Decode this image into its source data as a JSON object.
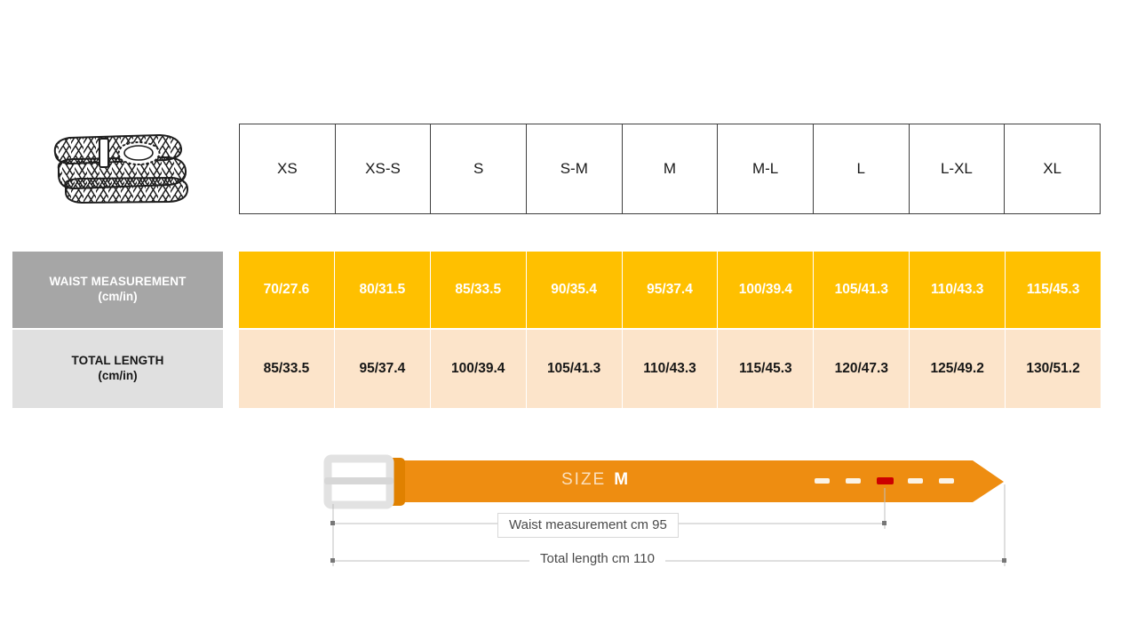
{
  "product": {
    "icon_name": "braided-belt-illustration",
    "alt": "Braided belt coiled"
  },
  "colors": {
    "accent_orange": "#FFC000",
    "row_peach": "#FCE4CA",
    "label_gray_dark": "#A6A6A6",
    "label_gray_light": "#E0E0E0",
    "belt_strap": "#EE8D11",
    "belt_keeper": "#E08100",
    "hole_highlight": "#CC0000",
    "buckle": "#E8E8E8"
  },
  "size_table": {
    "sizes": [
      "XS",
      "XS-S",
      "S",
      "S-M",
      "M",
      "M-L",
      "L",
      "L-XL",
      "XL"
    ],
    "rows": [
      {
        "label_main": "WAIST MEASUREMENT",
        "label_sub": "(cm/in)",
        "values": [
          "70/27.6",
          "80/31.5",
          "85/33.5",
          "90/35.4",
          "95/37.4",
          "100/39.4",
          "105/41.3",
          "110/43.3",
          "115/45.3"
        ]
      },
      {
        "label_main": "TOTAL LENGTH",
        "label_sub": "(cm/in)",
        "values": [
          "85/33.5",
          "95/37.4",
          "100/39.4",
          "105/41.3",
          "110/43.3",
          "115/45.3",
          "120/47.3",
          "125/49.2",
          "130/51.2"
        ]
      }
    ]
  },
  "belt_diagram": {
    "size_word": "SIZE",
    "size_value": "M",
    "waist_dimension_label": "Waist measurement cm 95",
    "total_length_label": "Total length cm 110",
    "holes_count": 5,
    "highlighted_hole_index": 3
  }
}
